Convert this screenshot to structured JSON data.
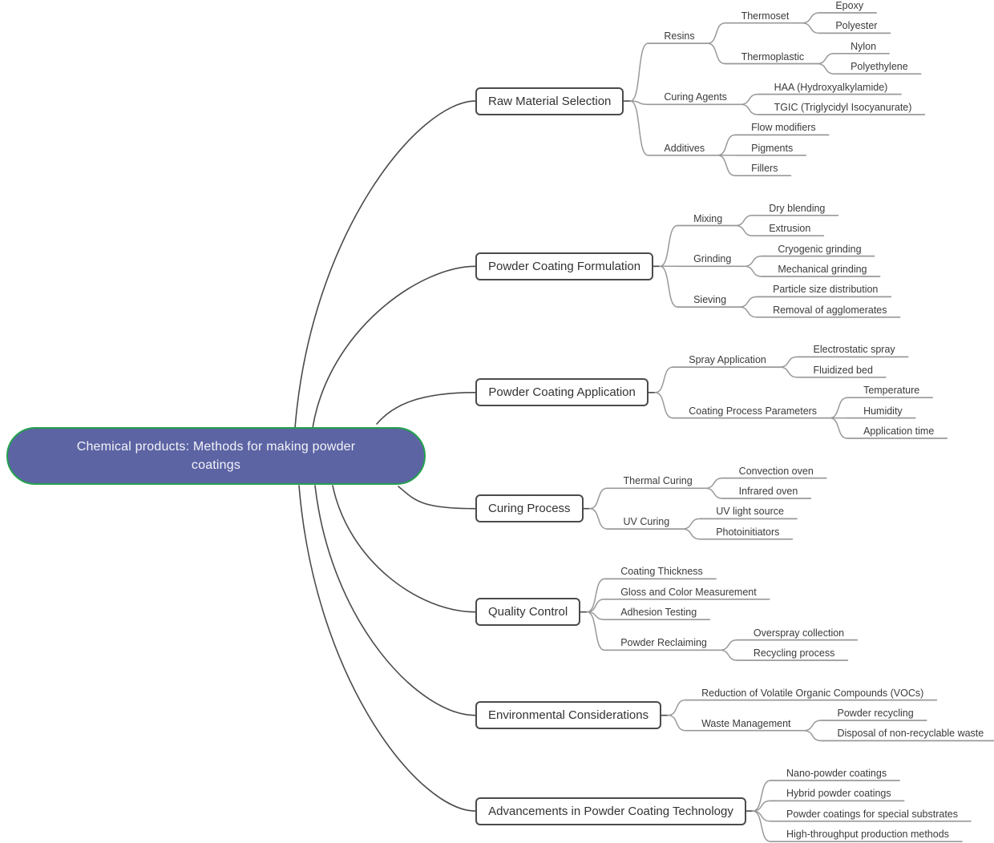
{
  "colors": {
    "root_fill": "#5c64a4",
    "root_border": "#23a24d",
    "root_text": "#f4f4f7",
    "box_border": "#4b4b4b",
    "box_text": "#333333",
    "label_text": "#3a3a3a",
    "link_primary": "#4b4b4b",
    "link_secondary": "#999999"
  },
  "root": {
    "label": "Chemical products: Methods for making powder coatings"
  },
  "branches": [
    {
      "label": "Raw Material Selection",
      "children": [
        {
          "label": "Resins",
          "children": [
            {
              "label": "Thermoset",
              "children": [
                {
                  "label": "Epoxy"
                },
                {
                  "label": "Polyester"
                }
              ]
            },
            {
              "label": "Thermoplastic",
              "children": [
                {
                  "label": "Nylon"
                },
                {
                  "label": "Polyethylene"
                }
              ]
            }
          ]
        },
        {
          "label": "Curing Agents",
          "children": [
            {
              "label": "HAA (Hydroxyalkylamide)"
            },
            {
              "label": "TGIC (Triglycidyl Isocyanurate)"
            }
          ]
        },
        {
          "label": "Additives",
          "children": [
            {
              "label": "Flow modifiers"
            },
            {
              "label": "Pigments"
            },
            {
              "label": "Fillers"
            }
          ]
        }
      ]
    },
    {
      "label": "Powder Coating Formulation",
      "children": [
        {
          "label": "Mixing",
          "children": [
            {
              "label": "Dry blending"
            },
            {
              "label": "Extrusion"
            }
          ]
        },
        {
          "label": "Grinding",
          "children": [
            {
              "label": "Cryogenic grinding"
            },
            {
              "label": "Mechanical grinding"
            }
          ]
        },
        {
          "label": "Sieving",
          "children": [
            {
              "label": "Particle size distribution"
            },
            {
              "label": "Removal of agglomerates"
            }
          ]
        }
      ]
    },
    {
      "label": "Powder Coating Application",
      "children": [
        {
          "label": "Spray Application",
          "children": [
            {
              "label": "Electrostatic spray"
            },
            {
              "label": "Fluidized bed"
            }
          ]
        },
        {
          "label": "Coating Process Parameters",
          "children": [
            {
              "label": "Temperature"
            },
            {
              "label": "Humidity"
            },
            {
              "label": "Application time"
            }
          ]
        }
      ]
    },
    {
      "label": "Curing Process",
      "children": [
        {
          "label": "Thermal Curing",
          "children": [
            {
              "label": "Convection oven"
            },
            {
              "label": "Infrared oven"
            }
          ]
        },
        {
          "label": "UV Curing",
          "children": [
            {
              "label": "UV light source"
            },
            {
              "label": "Photoinitiators"
            }
          ]
        }
      ]
    },
    {
      "label": "Quality Control",
      "children": [
        {
          "label": "Coating Thickness"
        },
        {
          "label": "Gloss and Color Measurement"
        },
        {
          "label": "Adhesion Testing"
        },
        {
          "label": "Powder Reclaiming",
          "children": [
            {
              "label": "Overspray collection"
            },
            {
              "label": "Recycling process"
            }
          ]
        }
      ]
    },
    {
      "label": "Environmental Considerations",
      "children": [
        {
          "label": "Reduction of Volatile Organic Compounds (VOCs)"
        },
        {
          "label": "Waste Management",
          "children": [
            {
              "label": "Powder recycling"
            },
            {
              "label": "Disposal of non-recyclable waste"
            }
          ]
        }
      ]
    },
    {
      "label": "Advancements in Powder Coating Technology",
      "children": [
        {
          "label": "Nano-powder coatings"
        },
        {
          "label": "Hybrid powder coatings"
        },
        {
          "label": "Powder coatings for special substrates"
        },
        {
          "label": "High-throughput production methods"
        }
      ]
    }
  ]
}
